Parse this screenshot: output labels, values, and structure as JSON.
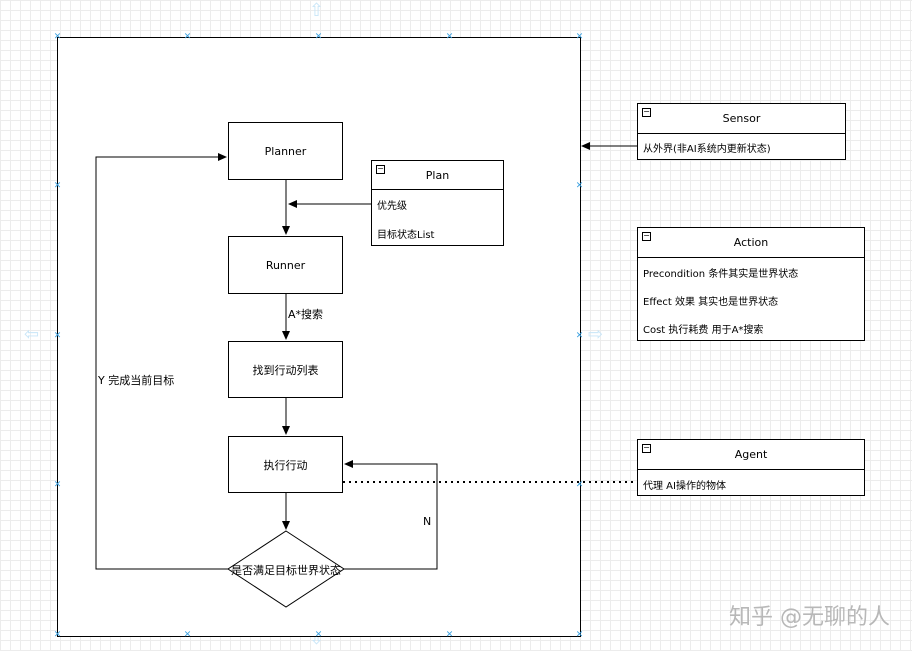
{
  "nodes": {
    "planner": "Planner",
    "runner": "Runner",
    "find_actions": "找到行动列表",
    "execute": "执行行动",
    "decision": "是否满足目标世界状态"
  },
  "edge_labels": {
    "search": "A*搜索",
    "yes_loop": "Y 完成当前目标",
    "no_loop": "N"
  },
  "plan": {
    "title": "Plan",
    "rows": [
      "优先级",
      "目标状态List"
    ]
  },
  "sensor": {
    "title": "Sensor",
    "rows": [
      "从外界(非AI系统内更新状态)"
    ]
  },
  "action": {
    "title": "Action",
    "rows": [
      "Precondition 条件其实是世界状态",
      "Effect  效果 其实也是世界状态",
      "Cost 执行耗费 用于A*搜索"
    ]
  },
  "agent": {
    "title": "Agent",
    "rows": [
      "代理 AI操作的物体"
    ]
  },
  "collapse_glyph": "−",
  "watermark": "知乎 @无聊的人"
}
